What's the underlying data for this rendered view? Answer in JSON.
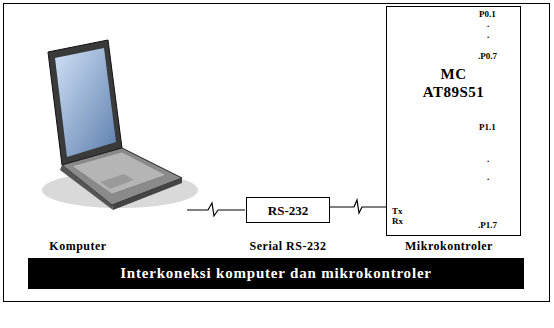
{
  "diagram": {
    "nodes": [
      {
        "text": [
          "RS-232"
        ]
      },
      {
        "text": [
          "P0.1",
          ".",
          ".",
          ".P0.7",
          "MC",
          "AT89S51",
          "P1.1",
          ".",
          ".",
          ".P1.7",
          "Tx",
          "Rx"
        ]
      },
      {
        "text": [
          "Interkoneksi komputer dan mikrokontroler"
        ]
      }
    ],
    "edges": [
      {
        "from": 0,
        "to": 1,
        "arrow": "none"
      }
    ],
    "labels": [
      "Komputer",
      "Serial RS-232",
      "Mikrokontroler"
    ]
  }
}
